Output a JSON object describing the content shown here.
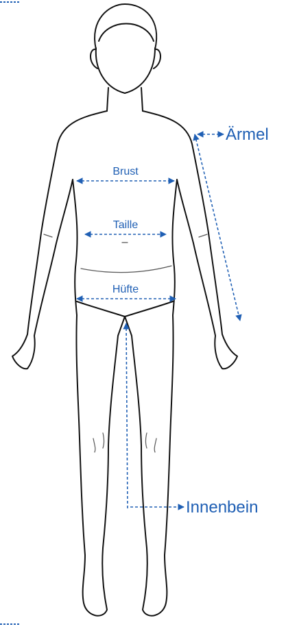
{
  "labels": {
    "arm": "Ärmel",
    "chest": "Brust",
    "waist": "Taille",
    "hip": "Hüfte",
    "inseam": "Innenbein"
  },
  "colors": {
    "measure": "#1f5fb4",
    "outline": "#111111",
    "label_bg": "#ffffff"
  }
}
